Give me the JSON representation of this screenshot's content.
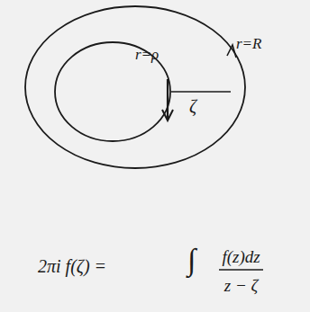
{
  "diagram": {
    "labels": [
      "r=ρ",
      "r=R",
      "ζ",
      "2πi f(ζ) =",
      "∫",
      "f(z)dz",
      "z − ζ"
    ]
  }
}
